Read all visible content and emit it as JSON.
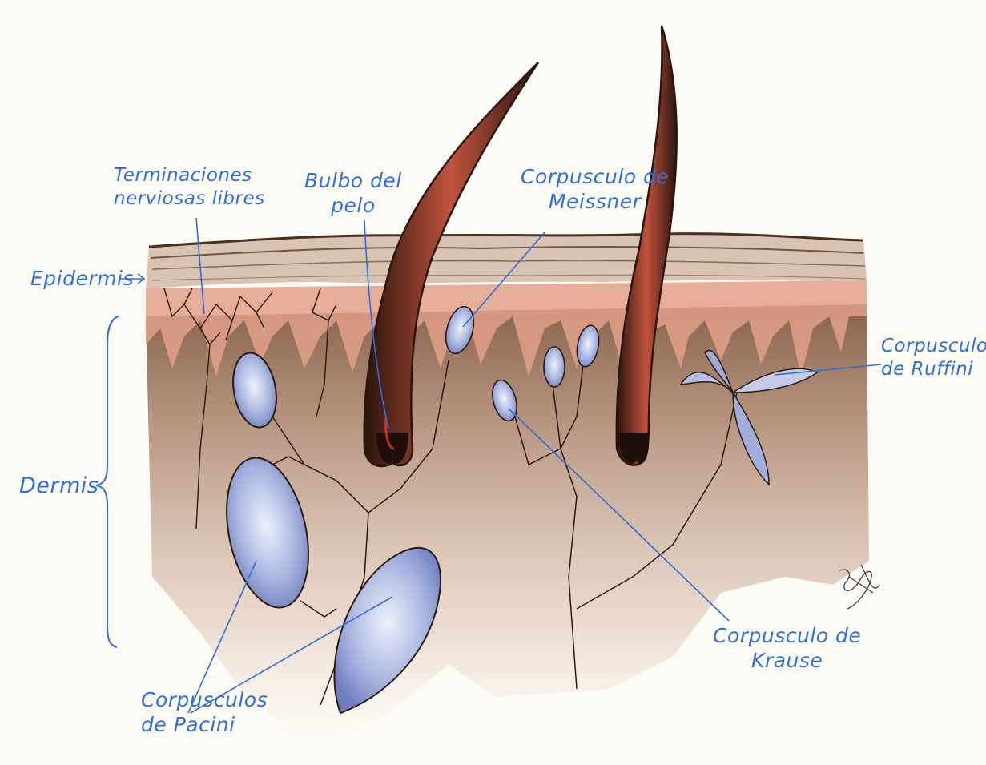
{
  "labels": {
    "terminaciones": "Terminaciones\nnerviosas libres",
    "bulbo": "Bulbo del\npelo",
    "meissner": "Corpusculo de\nMeissner",
    "epidermis": "Epidermis",
    "dermis": "Dermis",
    "ruffini": "Corpusculo\nde Ruffini",
    "krause": "Corpusculo de\nKrause",
    "pacini": "Corpusculos\nde Pacini"
  },
  "colors": {
    "label_blue": "#2f6fd6",
    "paper": "#fdfbf6",
    "skin_pink": "#e6a48c",
    "dermis_brown": "#8a6244",
    "hair_dark": "#3a1d14",
    "corpuscle_blue": "#8e9fd4"
  }
}
